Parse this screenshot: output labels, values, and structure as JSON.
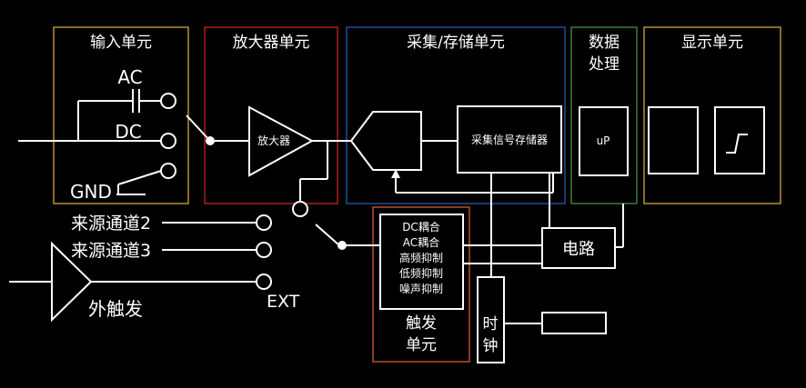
{
  "sections": {
    "input": "输入单元",
    "amplifier": "放大器单元",
    "acquisition": "采集/存储单元",
    "processing_line1": "数据",
    "processing_line2": "处理",
    "display": "显示单元"
  },
  "inputs": {
    "ac": "AC",
    "dc": "DC",
    "gnd": "GND"
  },
  "blocks": {
    "amplifier": "放大器",
    "acq_memory": "采集信号存储器",
    "up": "uP",
    "circuit": "电路",
    "clock_line1": "时",
    "clock_line2": "钟",
    "trigger_unit_line1": "触发",
    "trigger_unit_line2": "单元"
  },
  "trigger_modes": [
    "DC耦合",
    "AC耦合",
    "高频抑制",
    "低频抑制",
    "噪声抑制"
  ],
  "trigger_sources": {
    "ch2": "来源通道2",
    "ch3": "来源通道3",
    "ext": "EXT",
    "external": "外触发"
  },
  "colors": {
    "background": "#000000",
    "line": "#ffffff",
    "input_border": "#b8902f",
    "amplifier_border": "#b01e1e",
    "acquisition_border": "#1d4f9c",
    "processing_border": "#3d7a3d",
    "display_border": "#b8902f",
    "trigger_border": "#b8502f"
  }
}
